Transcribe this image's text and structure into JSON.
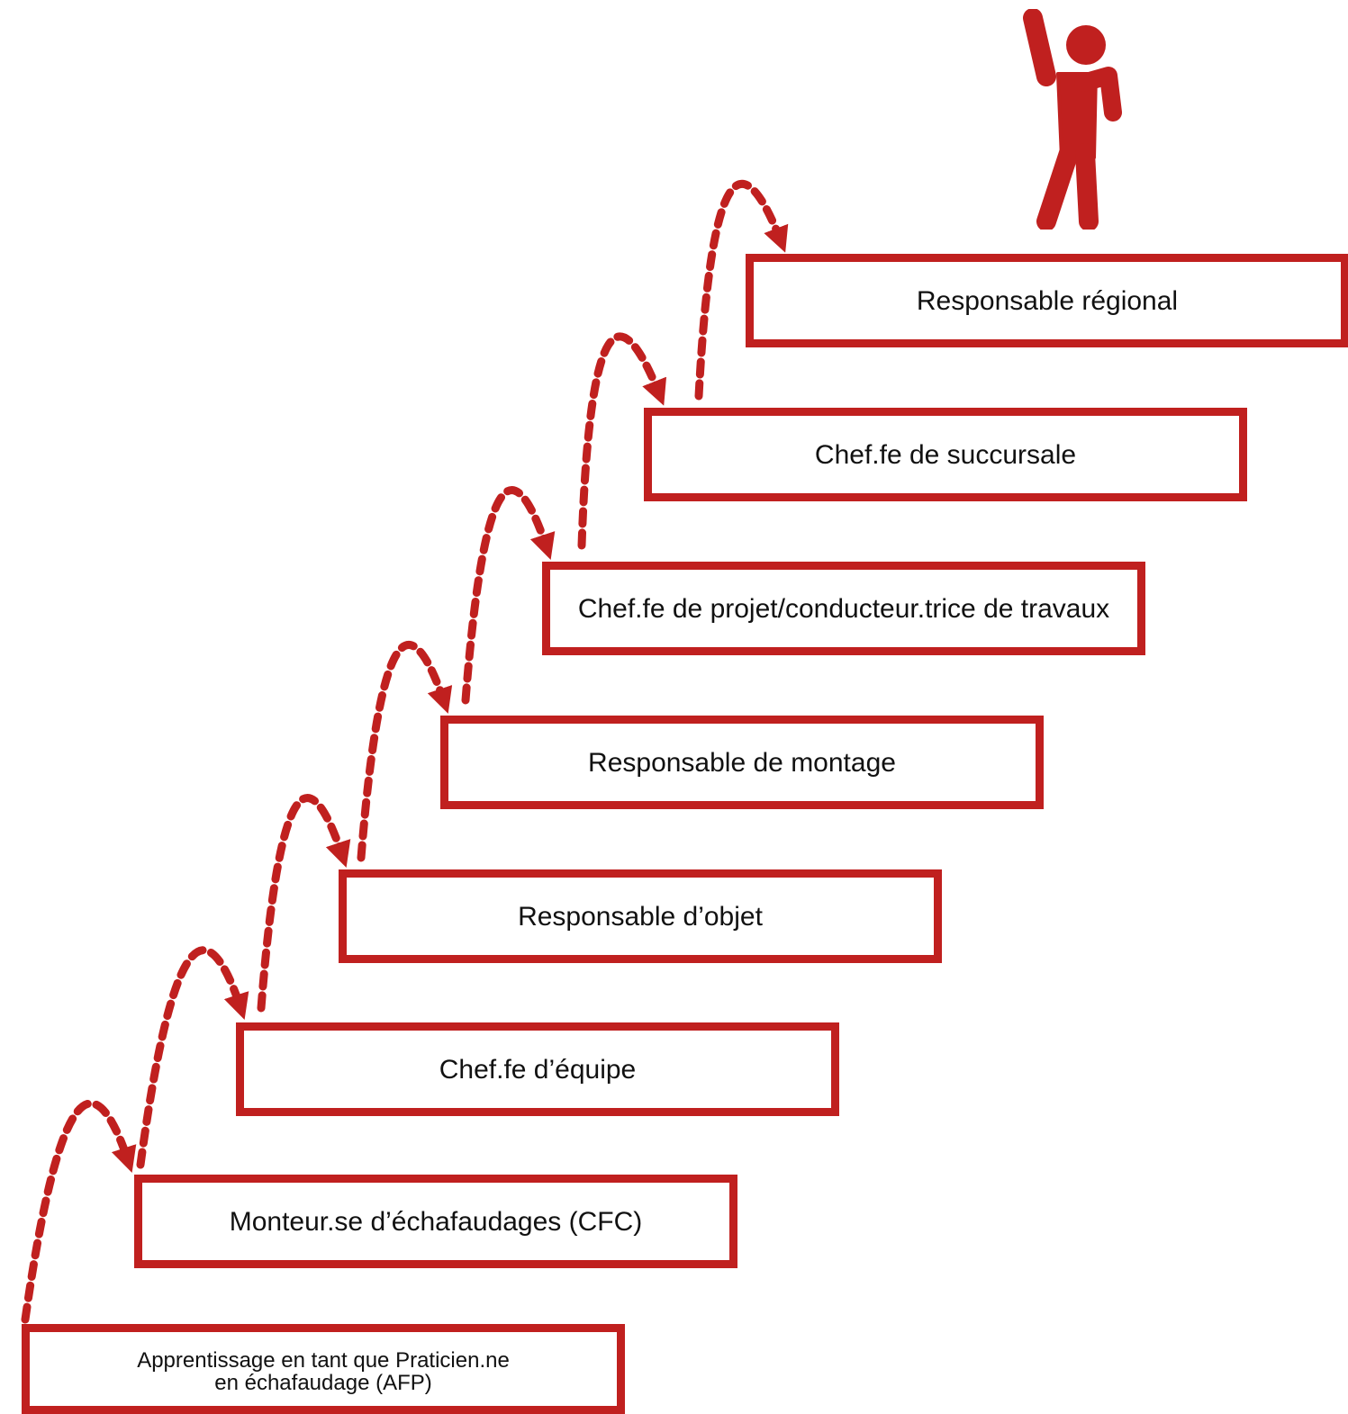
{
  "colors": {
    "accent": "#c0201f",
    "text": "#111111",
    "background": "#ffffff"
  },
  "steps": [
    {
      "label": "Apprentissage en tant que Praticien.ne\nen échafaudage (AFP)"
    },
    {
      "label": "Monteur.se d’échafaudages (CFC)"
    },
    {
      "label": "Chef.fe d’équipe"
    },
    {
      "label": "Responsable d’objet"
    },
    {
      "label": "Responsable de montage"
    },
    {
      "label": "Chef.fe de projet/conducteur.trice de travaux"
    },
    {
      "label": "Chef.fe de succursale"
    },
    {
      "label": "Responsable régional"
    }
  ],
  "figure": {
    "icon": "celebrating-person-icon"
  },
  "arrows": {
    "icon": "dashed-curved-arrow-icon"
  }
}
